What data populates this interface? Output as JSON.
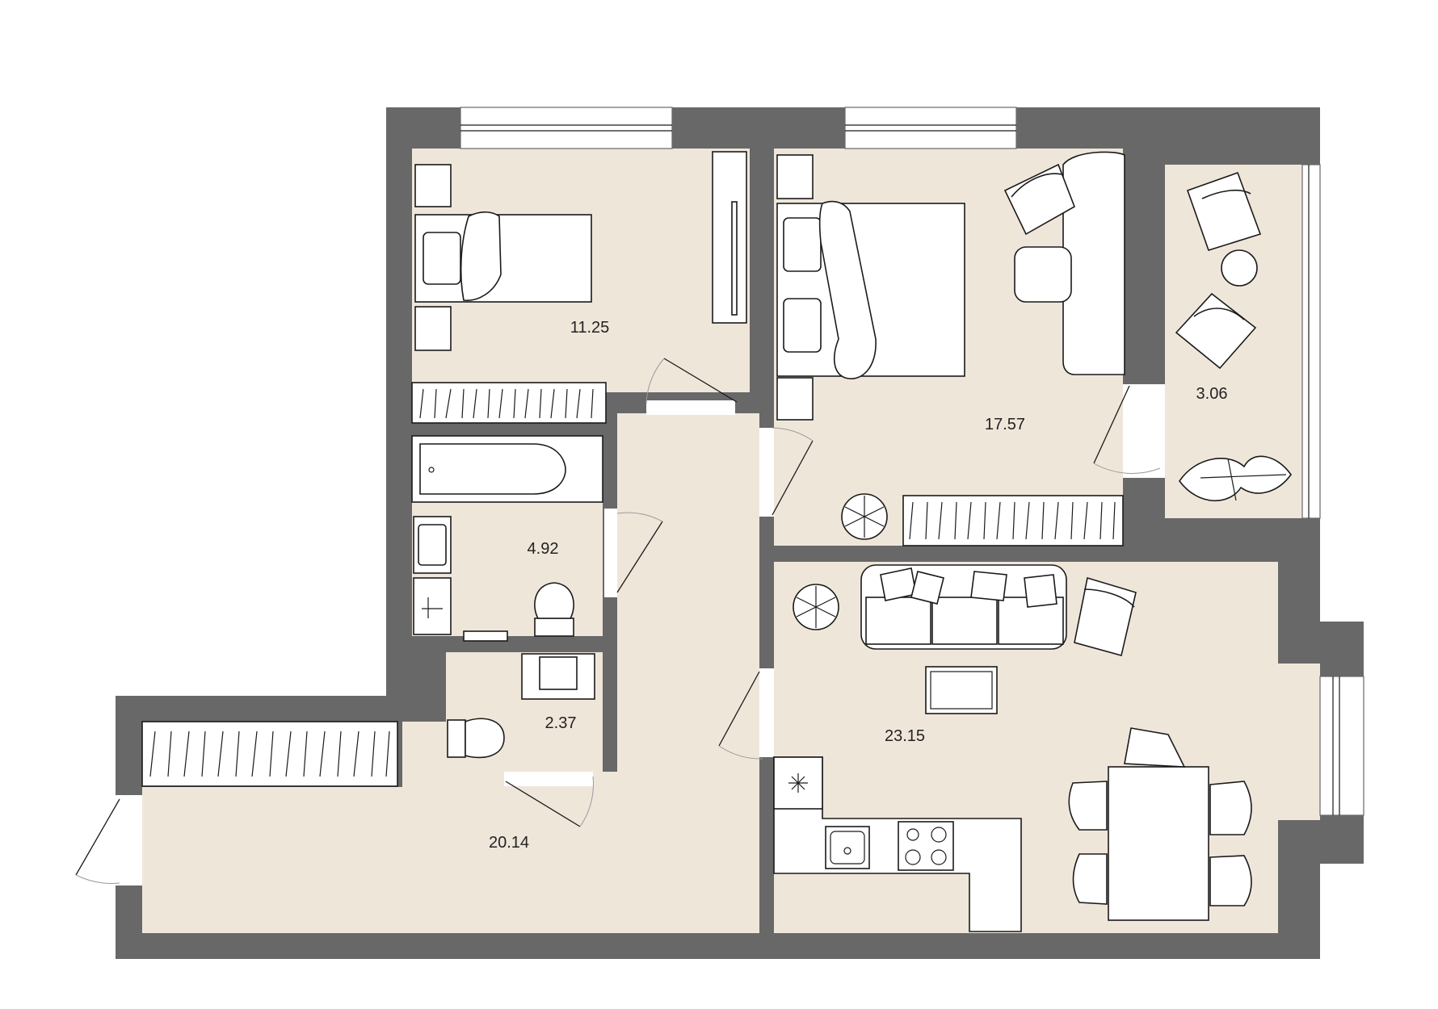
{
  "floor_plan": {
    "rooms": [
      {
        "id": "bedroom-small",
        "area": "11.25"
      },
      {
        "id": "bedroom-main",
        "area": "17.57"
      },
      {
        "id": "balcony",
        "area": "3.06"
      },
      {
        "id": "bathroom",
        "area": "4.92"
      },
      {
        "id": "toilet",
        "area": "2.37"
      },
      {
        "id": "living-kitchen",
        "area": "23.15"
      },
      {
        "id": "hallway",
        "area": "20.14"
      }
    ],
    "colors": {
      "wall": "#686868",
      "floor": "#efe6da",
      "furniture_fill": "#ffffff",
      "furniture_stroke": "#1a1a1a"
    }
  }
}
